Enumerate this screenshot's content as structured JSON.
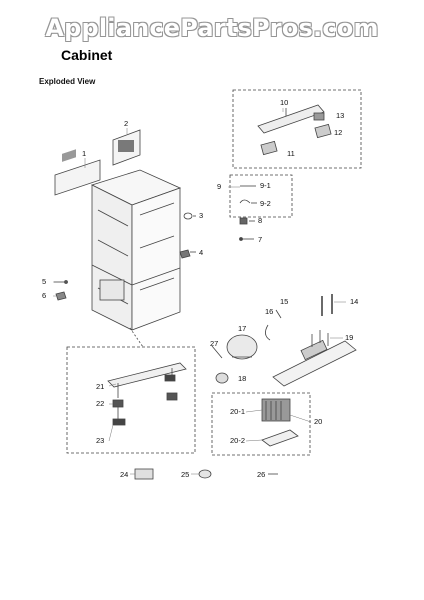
{
  "watermark": "AppliancePartsPros.com",
  "title": "Cabinet",
  "subtitle": "Exploded View",
  "callouts": [
    "1",
    "2",
    "3",
    "4",
    "5",
    "6",
    "7",
    "8",
    "9",
    "9-1",
    "9-2",
    "10",
    "11",
    "12",
    "13",
    "14",
    "15",
    "16",
    "17",
    "18",
    "19",
    "20",
    "20-1",
    "20-2",
    "21",
    "22",
    "23",
    "24",
    "25",
    "26",
    "27"
  ]
}
